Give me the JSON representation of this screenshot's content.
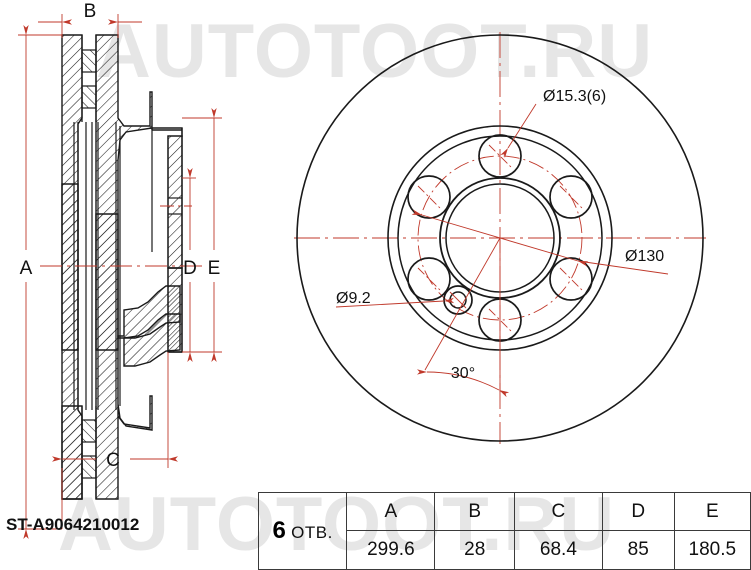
{
  "watermark": {
    "text_top": "AUTOTOOT.RU",
    "text_bottom": "AUTOTOOT.RU",
    "color": "#e6e6e6"
  },
  "part_number": "ST-A9064210012",
  "colors": {
    "outline": "#1a1a1a",
    "dimension": "#c0392b",
    "centerline": "#c0392b",
    "table_border": "#3a3a3a",
    "text": "#111111",
    "background": "#ffffff"
  },
  "section_view": {
    "name": "brake-disc-cross-section",
    "dimension_labels": [
      {
        "id": "A",
        "label": "A",
        "orientation": "vertical",
        "position": "left"
      },
      {
        "id": "B",
        "label": "B",
        "orientation": "horizontal",
        "position": "top"
      },
      {
        "id": "C",
        "label": "C",
        "orientation": "horizontal",
        "position": "bottom"
      },
      {
        "id": "D",
        "label": "D",
        "orientation": "vertical",
        "position": "right-inner"
      },
      {
        "id": "E",
        "label": "E",
        "orientation": "vertical",
        "position": "right-outer"
      }
    ]
  },
  "face_view": {
    "name": "brake-disc-face-view",
    "callouts": [
      {
        "id": "bolt-hole-dia",
        "label": "Ø15.3(6)"
      },
      {
        "id": "bolt-circle-dia",
        "label": "Ø130"
      },
      {
        "id": "small-hole-dia",
        "label": "Ø9.2"
      },
      {
        "id": "bolt-spacing-angle",
        "label": "30°"
      }
    ],
    "bolt_hole_count": 6,
    "bolt_hole_diameter": 15.3,
    "bolt_circle_diameter": 130,
    "small_hole_diameter": 9.2,
    "angle_between_features": 30
  },
  "spec_table": {
    "holes_count": "6",
    "holes_label": "ОТВ.",
    "headers": [
      "A",
      "B",
      "C",
      "D",
      "E"
    ],
    "values": [
      "299.6",
      "28",
      "68.4",
      "85",
      "180.5"
    ]
  }
}
